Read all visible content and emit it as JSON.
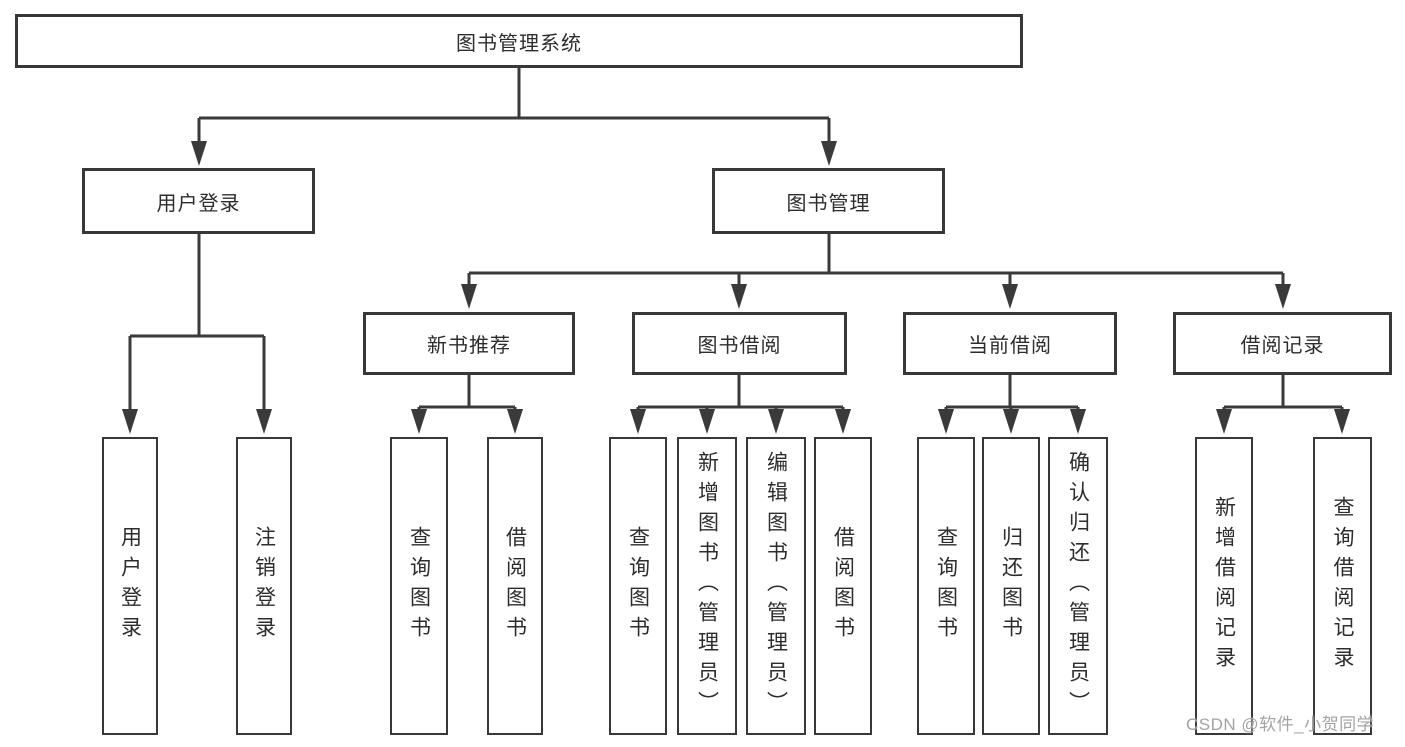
{
  "diagram_title": "图书管理系统",
  "nodes": {
    "root": "图书管理系统",
    "user_login": "用户登录",
    "book_mgmt": "图书管理",
    "new_book_rec": "新书推荐",
    "book_borrow": "图书借阅",
    "current_borrow": "当前借阅",
    "borrow_record": "借阅记录",
    "leaf_user_login": "用户登录",
    "leaf_logout": "注销登录",
    "leaf_nb_query": "查询图书",
    "leaf_nb_borrow": "借阅图书",
    "leaf_bb_query": "查询图书",
    "leaf_bb_add": "新增图书（管理员）",
    "leaf_bb_edit": "编辑图书（管理员）",
    "leaf_bb_borrow": "借阅图书",
    "leaf_cb_query": "查询图书",
    "leaf_cb_return": "归还图书",
    "leaf_cb_confirm": "确认归还（管理员）",
    "leaf_br_add": "新增借阅记录",
    "leaf_br_query": "查询借阅记录"
  },
  "hierarchy": {
    "root": "图书管理系统",
    "children": [
      {
        "label": "用户登录",
        "children": [
          "用户登录",
          "注销登录"
        ]
      },
      {
        "label": "图书管理",
        "children": [
          {
            "label": "新书推荐",
            "children": [
              "查询图书",
              "借阅图书"
            ]
          },
          {
            "label": "图书借阅",
            "children": [
              "查询图书",
              "新增图书（管理员）",
              "编辑图书（管理员）",
              "借阅图书"
            ]
          },
          {
            "label": "当前借阅",
            "children": [
              "查询图书",
              "归还图书",
              "确认归还（管理员）"
            ]
          },
          {
            "label": "借阅记录",
            "children": [
              "新增借阅记录",
              "查询借阅记录"
            ]
          }
        ]
      }
    ]
  },
  "watermark": "CSDN @软件_小贺同学",
  "colors": {
    "line": "#3a3a3a",
    "border": "#383838",
    "text": "#2d2d2d",
    "watermark": "#a3a3a6",
    "background": "#ffffff"
  }
}
